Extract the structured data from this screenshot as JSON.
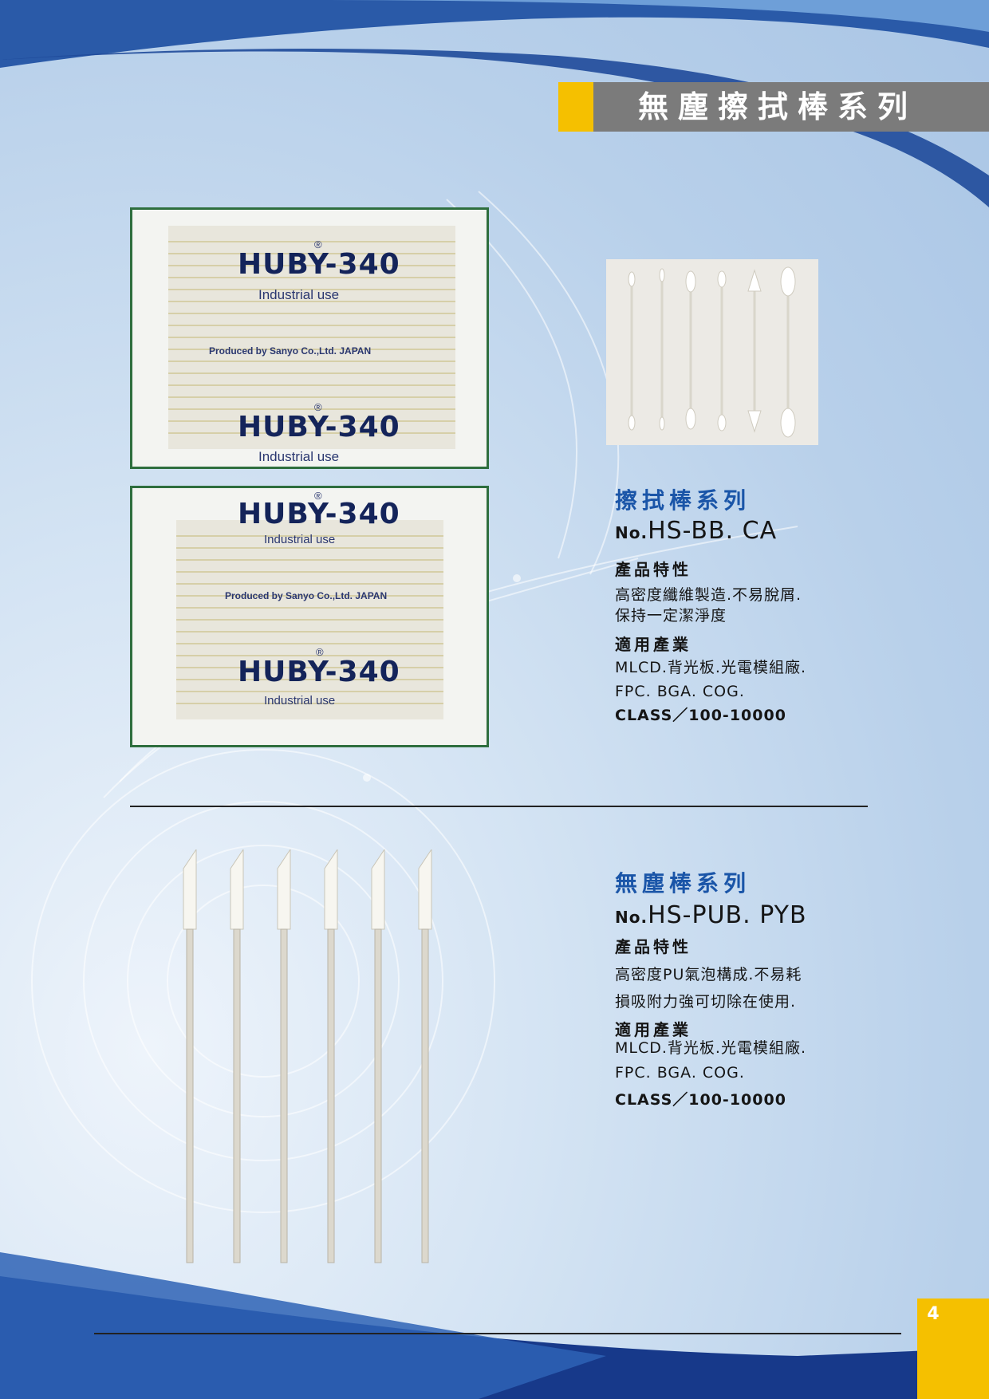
{
  "header": {
    "title": "無塵擦拭棒系列"
  },
  "products": [
    {
      "series_title": "擦拭棒系列",
      "model_prefix": "No.",
      "model": "HS-BB. CA",
      "features_heading": "產品特性",
      "features": [
        "高密度纖維製造.不易脫屑.",
        "保持一定潔淨度"
      ],
      "industries_heading": "適用產業",
      "industries": [
        "MLCD.背光板.光電模組廠.",
        "FPC. BGA. COG."
      ],
      "class_line": "CLASS／100-10000"
    },
    {
      "series_title": "無塵棒系列",
      "model_prefix": "No.",
      "model": "HS-PUB. PYB",
      "features_heading": "產品特性",
      "features": [
        "高密度PU氣泡構成.不易耗",
        "損吸附力強可切除在使用."
      ],
      "industries_heading": "適用產業",
      "industries": [
        "MLCD.背光板.光電模組廠.",
        "FPC. BGA. COG."
      ],
      "class_line": "CLASS／100-10000"
    }
  ],
  "package_photo": {
    "brand": "HUBY-340",
    "registered_mark": "®",
    "usage": "Industrial use",
    "producer": "Produced by Sanyo Co.,Ltd. JAPAN"
  },
  "page_number": "4",
  "colors": {
    "accent": "#f5c000",
    "header_bar": "#7b7b7b",
    "title_blue": "#1a55a8",
    "navy": "#1d3f8c"
  }
}
